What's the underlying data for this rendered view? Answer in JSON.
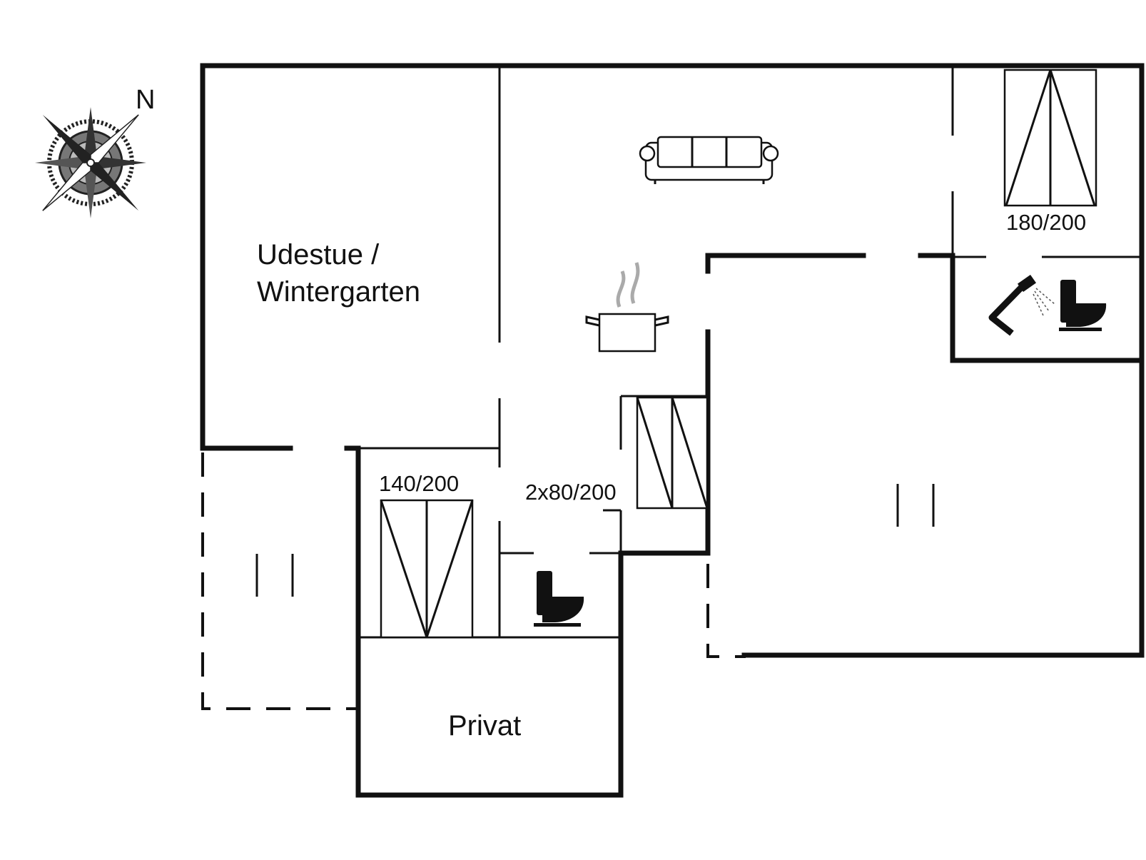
{
  "compass": {
    "north_label": "N"
  },
  "rooms": {
    "sunroom_line1": "Udestue /",
    "sunroom_line2": "Wintergarten",
    "private": "Privat"
  },
  "beds": {
    "bed_a": "140/200",
    "bed_b": "2x80/200",
    "bed_c": "180/200"
  },
  "icons": [
    "compass-rose-icon",
    "sofa-icon",
    "cooking-pot-icon",
    "shower-icon",
    "toilet-icon",
    "bed-icon"
  ]
}
